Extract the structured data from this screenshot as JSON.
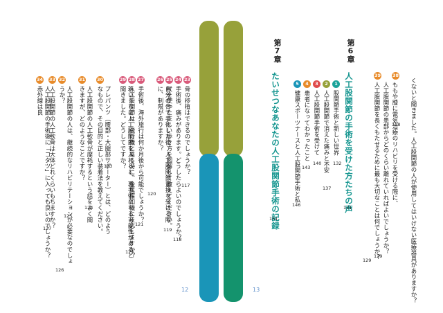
{
  "colors": {
    "olive": "#97a13a",
    "blue": "#1a95b8",
    "green": "#14936d",
    "teal": "#14958f",
    "badge_orange": "#e88b2a",
    "badge_pink": "#d95a7a",
    "badge_red": "#e04b4b",
    "badge_teal": "#1aa39a"
  },
  "right_top": {
    "line1": "くないと聞きました。人工股関節の人が使用してはいけない医療器具がありますか？",
    "line1_page": "128",
    "line2": "ももや膝に電気治療のリハビリを受ける際に、",
    "line3": "人工股関節の患部からどのくらい離れていればよいでしょうか？",
    "line3_page": "129",
    "line4": "人工股関節を長くもたせるために最も大切なことは何でしょうか？",
    "line4_page": "129",
    "badges": [
      "38",
      "39"
    ]
  },
  "chapter6": {
    "label": "第6章",
    "title": "人工股関節の手術を受けた方たちの声",
    "title_page": "131",
    "items": [
      {
        "num": "1",
        "text": "股関節手術と新しい世界",
        "page": "132"
      },
      {
        "num": "2",
        "text": "人工股関節で消えた痛みと不安",
        "page": "137"
      },
      {
        "num": "3",
        "text": "人工股関節手術を受けて",
        "page": "140"
      },
      {
        "num": "4",
        "text": "患者になってわかったこと",
        "page": "143"
      },
      {
        "num": "5",
        "text": "健康スポーツナースと人工股関節手術と私",
        "page": "146"
      }
    ]
  },
  "chapter7": {
    "label": "第7章",
    "title": "たいせつなあなたの人工股関節手術の記録",
    "page": "151"
  },
  "left": {
    "items": [
      {
        "num": "23",
        "text": "骨の移植はできるのでしょうか？",
        "page": "117"
      },
      {
        "num": "24",
        "text": "手術後、痛みがあります。どうしたらよいのでしょうか？",
        "page": "118"
      },
      {
        "num": "25",
        "text": "杖を使った正しい歩き方を図解して教えてください。",
        "page": "119"
      },
      {
        "num": "26",
        "text": "自分の骨で手術した後、人工股関節置換を受ける際に、制限がありますか？",
        "page": "120"
      },
      {
        "num": "27",
        "text": "手術後、海外旅行は何か月後から可能でしょうか？",
        "page": "121"
      },
      {
        "num": "28",
        "text": "人工股関節は、飛行機に乗る時に、金属探知機に反応しますか？",
        "page": "122"
      },
      {
        "num": "29",
        "text": "若いうちに人工股関節を入れると、再手術になる可能性があると聞きました。どうしてですか？",
        "page": "123"
      },
      {
        "num": "30",
        "text": "プレパンツ（腰部・大腿部サポーター）とは、どのようなもので、その目的と正しい装着法を教えてください。",
        "page": "124"
      },
      {
        "num": "31",
        "text": "人工股関節の人工軟骨が摩耗するという話をよく聞きますが、どのようなことですか？",
        "page": "125"
      },
      {
        "num": "32",
        "text": "人工股関節の人は、継続的なリハビリテーションが必要なのでしょうか？",
        "page": "126"
      },
      {
        "num": "33",
        "text": "人工股関節の人工軟骨は大体どれくらいもちますか？",
        "page": "127"
      },
      {
        "num": "34",
        "text": "人工股関節の手術後に「コタツ」に入っても良いのでしょうか？　赤外線は良",
        "page": ""
      }
    ]
  },
  "folios": {
    "left": "12",
    "right": "13"
  }
}
